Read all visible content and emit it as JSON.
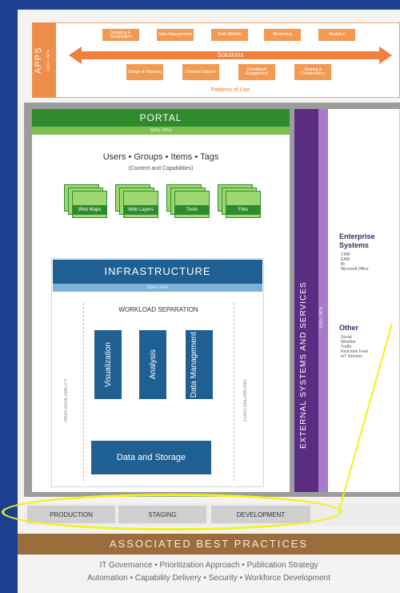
{
  "apps": {
    "title": "APPS",
    "subtitle": "SDKs / APIs",
    "top_boxes": [
      "Mapping & Visualization",
      "Data Management",
      "Field Mobility",
      "Monitoring",
      "Analytics"
    ],
    "solutions_label": "Solutions",
    "bottom_boxes": [
      "Design & Planning",
      "Decision Support",
      "Constituent Engagement",
      "Sharing & Collaboration"
    ],
    "patterns_label": "Patterns of Use"
  },
  "portal": {
    "title": "PORTAL",
    "subtitle": "SDKs / APIs",
    "content_line": "Users • Groups • Items • Tags",
    "content_sub": "(Content and Capabilities)",
    "stacks": [
      "Web Maps",
      "Web Layers",
      "Tools",
      "Files"
    ]
  },
  "infrastructure": {
    "title": "INFRASTRUCTURE",
    "subtitle": "SDKs / APIs",
    "workload_title": "WORKLOAD SEPARATION",
    "high_availability": "HIGH AVAILABILITY",
    "load_balancing": "LOAD BALANCING",
    "components": [
      "Visualization",
      "Analysis",
      "Data Management"
    ],
    "storage": "Data and Storage"
  },
  "external": {
    "title": "EXTERNAL SYSTEMS AND SERVICES",
    "subtitle": "SDKs / APIs",
    "enterprise_title_1": "Enterprise",
    "enterprise_title_2": "Systems",
    "enterprise_items": [
      "CRM",
      "EAM",
      "BI",
      "Microsoft Office"
    ],
    "other_title": "Other",
    "other_items": [
      "Social",
      "Weather",
      "Traffic",
      "Real-time Feed",
      "IoT Sensors"
    ]
  },
  "environments": [
    "PRODUCTION",
    "STAGING",
    "DEVELOPMENT"
  ],
  "best_practices": {
    "title": "ASSOCIATED BEST PRACTICES",
    "line1": "IT Governance • Prioritization Approach • Publication Strategy",
    "line2": "Automation • Capability Delivery • Security • Workforce Development"
  },
  "colors": {
    "background": "#1d3f8f",
    "apps_orange": "#f0803c",
    "portal_green": "#2f8a2e",
    "infra_blue": "#1f5f92",
    "external_purple": "#5a2d83",
    "best_practices_brown": "#9c6d3c",
    "highlight_yellow": "#f1f11a"
  }
}
